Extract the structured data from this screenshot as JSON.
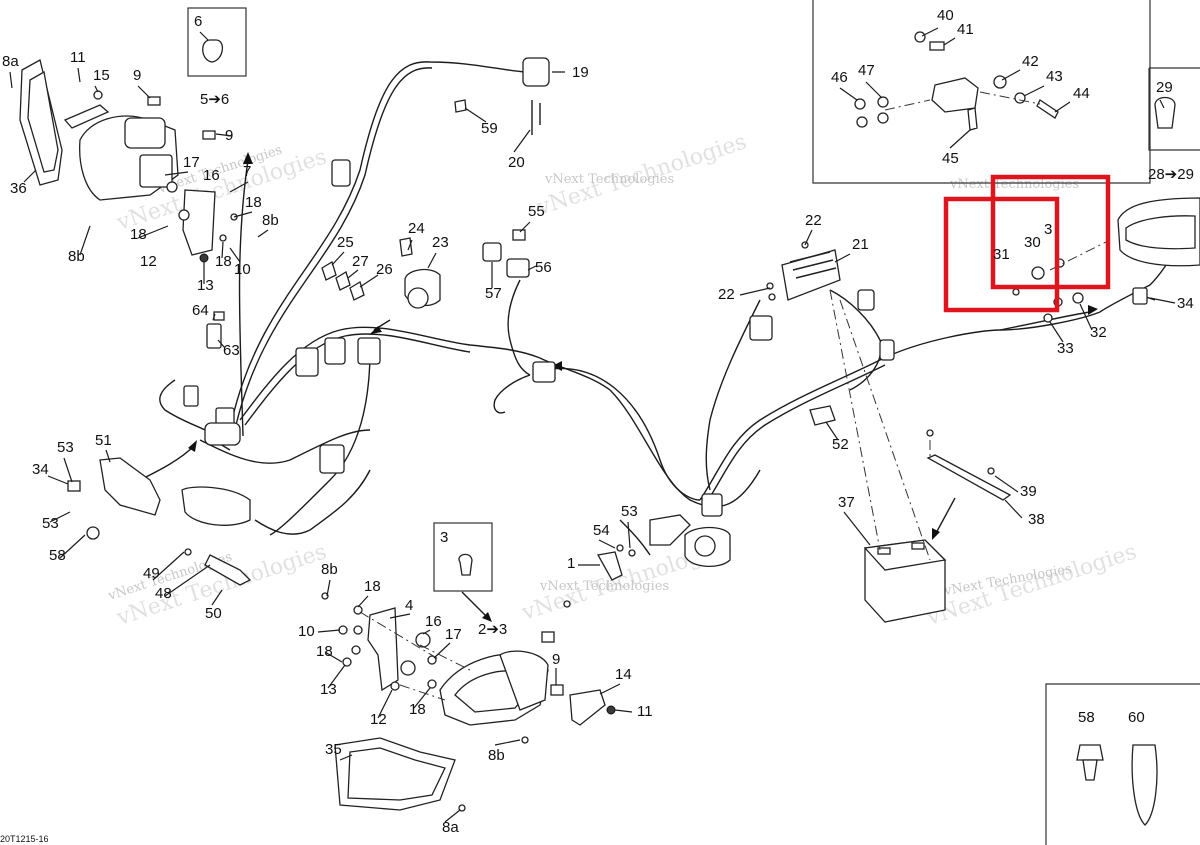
{
  "diagram": {
    "ref_code": "20T1215-16",
    "watermark": "vNext Technologies",
    "highlight_color": "#e0141c",
    "callouts": {
      "c8a_top": "8a",
      "c11_top": "11",
      "c15": "15",
      "c9_top": "9",
      "c6": "6",
      "c5to6": "5➔6",
      "c9_mid": "9",
      "c17_top": "17",
      "c16_top": "16",
      "c7": "7",
      "c18_a": "18",
      "c8b_a": "8b",
      "c36": "36",
      "c8b_left": "8b",
      "c18_b": "18",
      "c12_top": "12",
      "c18_c": "18",
      "c10_top": "10",
      "c13_top": "13",
      "c19": "19",
      "c59": "59",
      "c20": "20",
      "c24": "24",
      "c23": "23",
      "c25": "25",
      "c27": "27",
      "c26": "26",
      "c64": "64",
      "c63": "63",
      "c55": "55",
      "c56": "56",
      "c57": "57",
      "c51": "51",
      "c53_left": "53",
      "c34_left": "34",
      "c53_b": "53",
      "c58_left": "58",
      "c49": "49",
      "c48": "48",
      "c50": "50",
      "c40": "40",
      "c41": "41",
      "c47": "47",
      "c46": "46",
      "c42": "42",
      "c43": "43",
      "c44": "44",
      "c45": "45",
      "c29": "29",
      "c28to29": "28➔29",
      "c22_top": "22",
      "c21": "21",
      "c22_left": "22",
      "c31": "31",
      "c30": "30",
      "c3_tail": "3",
      "c33": "33",
      "c32": "32",
      "c34_right": "34",
      "c52": "52",
      "c37": "37",
      "c39": "39",
      "c38": "38",
      "c54": "54",
      "c53_mid": "53",
      "c1": "1",
      "c3_bulb": "3",
      "c2to3": "2➔3",
      "c8b_bot": "8b",
      "c18_d": "18",
      "c4": "4",
      "c10_bot": "10",
      "c16_bot": "16",
      "c17_bot": "17",
      "c18_e": "18",
      "c13_bot": "13",
      "c12_bot": "12",
      "c18_f": "18",
      "c9_bot": "9",
      "c14": "14",
      "c11_bot": "11",
      "c8b_b2": "8b",
      "c35": "35",
      "c8a_bot": "8a",
      "c58_box": "58",
      "c60": "60"
    }
  }
}
